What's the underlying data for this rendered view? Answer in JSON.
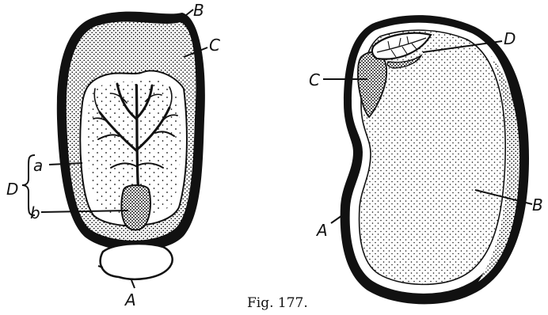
{
  "figure": {
    "caption": "Fig. 177."
  },
  "left_seed": {
    "labels": {
      "A": "A",
      "B": "B",
      "C": "C",
      "D": "D",
      "a": "a",
      "b": "b"
    }
  },
  "right_seed": {
    "labels": {
      "A": "A",
      "B": "B",
      "C": "C",
      "D": "D"
    }
  },
  "colors": {
    "ink": "#111111",
    "paper": "#ffffff"
  }
}
